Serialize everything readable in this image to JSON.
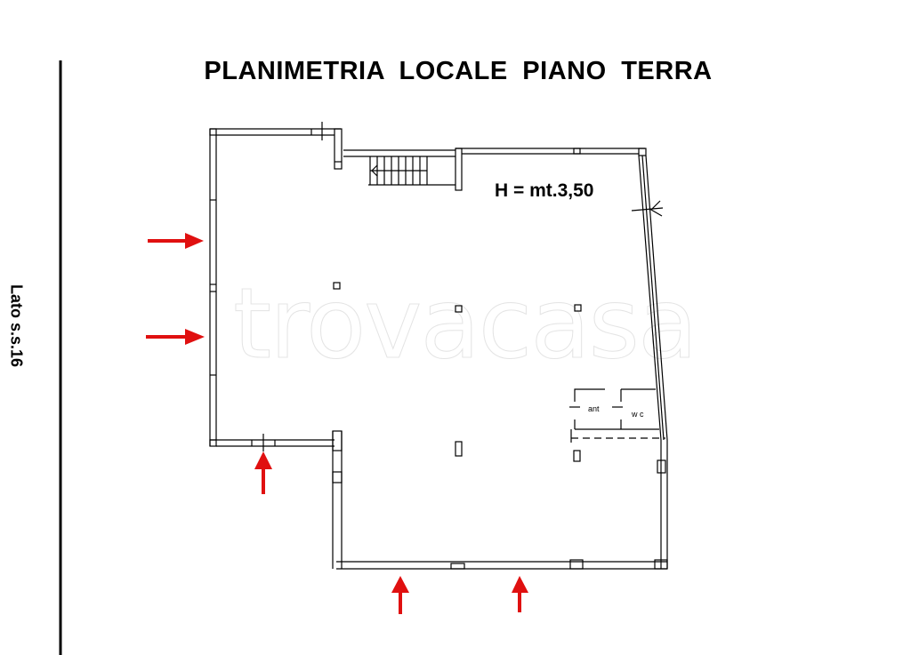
{
  "title": "PLANIMETRIA  LOCALE  PIANO  TERRA",
  "side_label": "Lato s.s.16",
  "height_label": "H = mt.3,50",
  "rooms": [
    {
      "label": "ant"
    },
    {
      "label": "w c"
    }
  ],
  "watermark": "trovacasa",
  "arrows": {
    "color": "#e01010",
    "items": [
      {
        "name": "entrance-arrow-west-1",
        "direction": "right"
      },
      {
        "name": "entrance-arrow-west-2",
        "direction": "right"
      },
      {
        "name": "entrance-arrow-south-1",
        "direction": "up"
      },
      {
        "name": "entrance-arrow-south-2",
        "direction": "up"
      },
      {
        "name": "entrance-arrow-south-3",
        "direction": "up"
      }
    ]
  }
}
